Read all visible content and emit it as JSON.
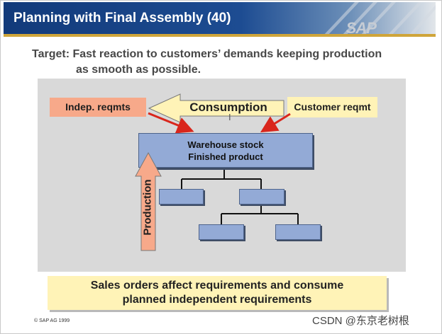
{
  "header": {
    "title": "Planning with Final Assembly (40)",
    "logo_text": "SAP",
    "colors": {
      "bar": "#1d4c92",
      "accent": "#cfa53a"
    }
  },
  "target": {
    "line1": "Target: Fast reaction to customers’ demands keeping production",
    "line2": "as smooth as possible."
  },
  "diagram": {
    "indep_reqmts": "Indep. reqmts",
    "consumption": "Consumption",
    "customer_reqmt": "Customer reqmt",
    "warehouse_line1": "Warehouse stock",
    "warehouse_line2": "Finished product",
    "production": "Production",
    "colors": {
      "box": "#93aad6",
      "indep": "#f7a98a",
      "customer": "#fff3b7",
      "arrows": "#d9261c",
      "production": "#f7a98a",
      "consumption": "#fff3b7",
      "background": "#d9d9d9"
    }
  },
  "note": {
    "line1": "Sales orders affect requirements and consume",
    "line2": "planned independent requirements"
  },
  "footer": {
    "copyright": "© SAP AG 1999",
    "watermark": "CSDN @东京老树根"
  }
}
